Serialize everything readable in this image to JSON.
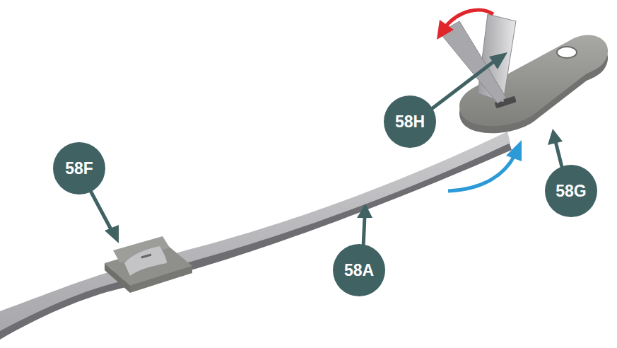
{
  "diagram": {
    "labels": [
      "58F",
      "58H",
      "58A",
      "58G"
    ]
  }
}
